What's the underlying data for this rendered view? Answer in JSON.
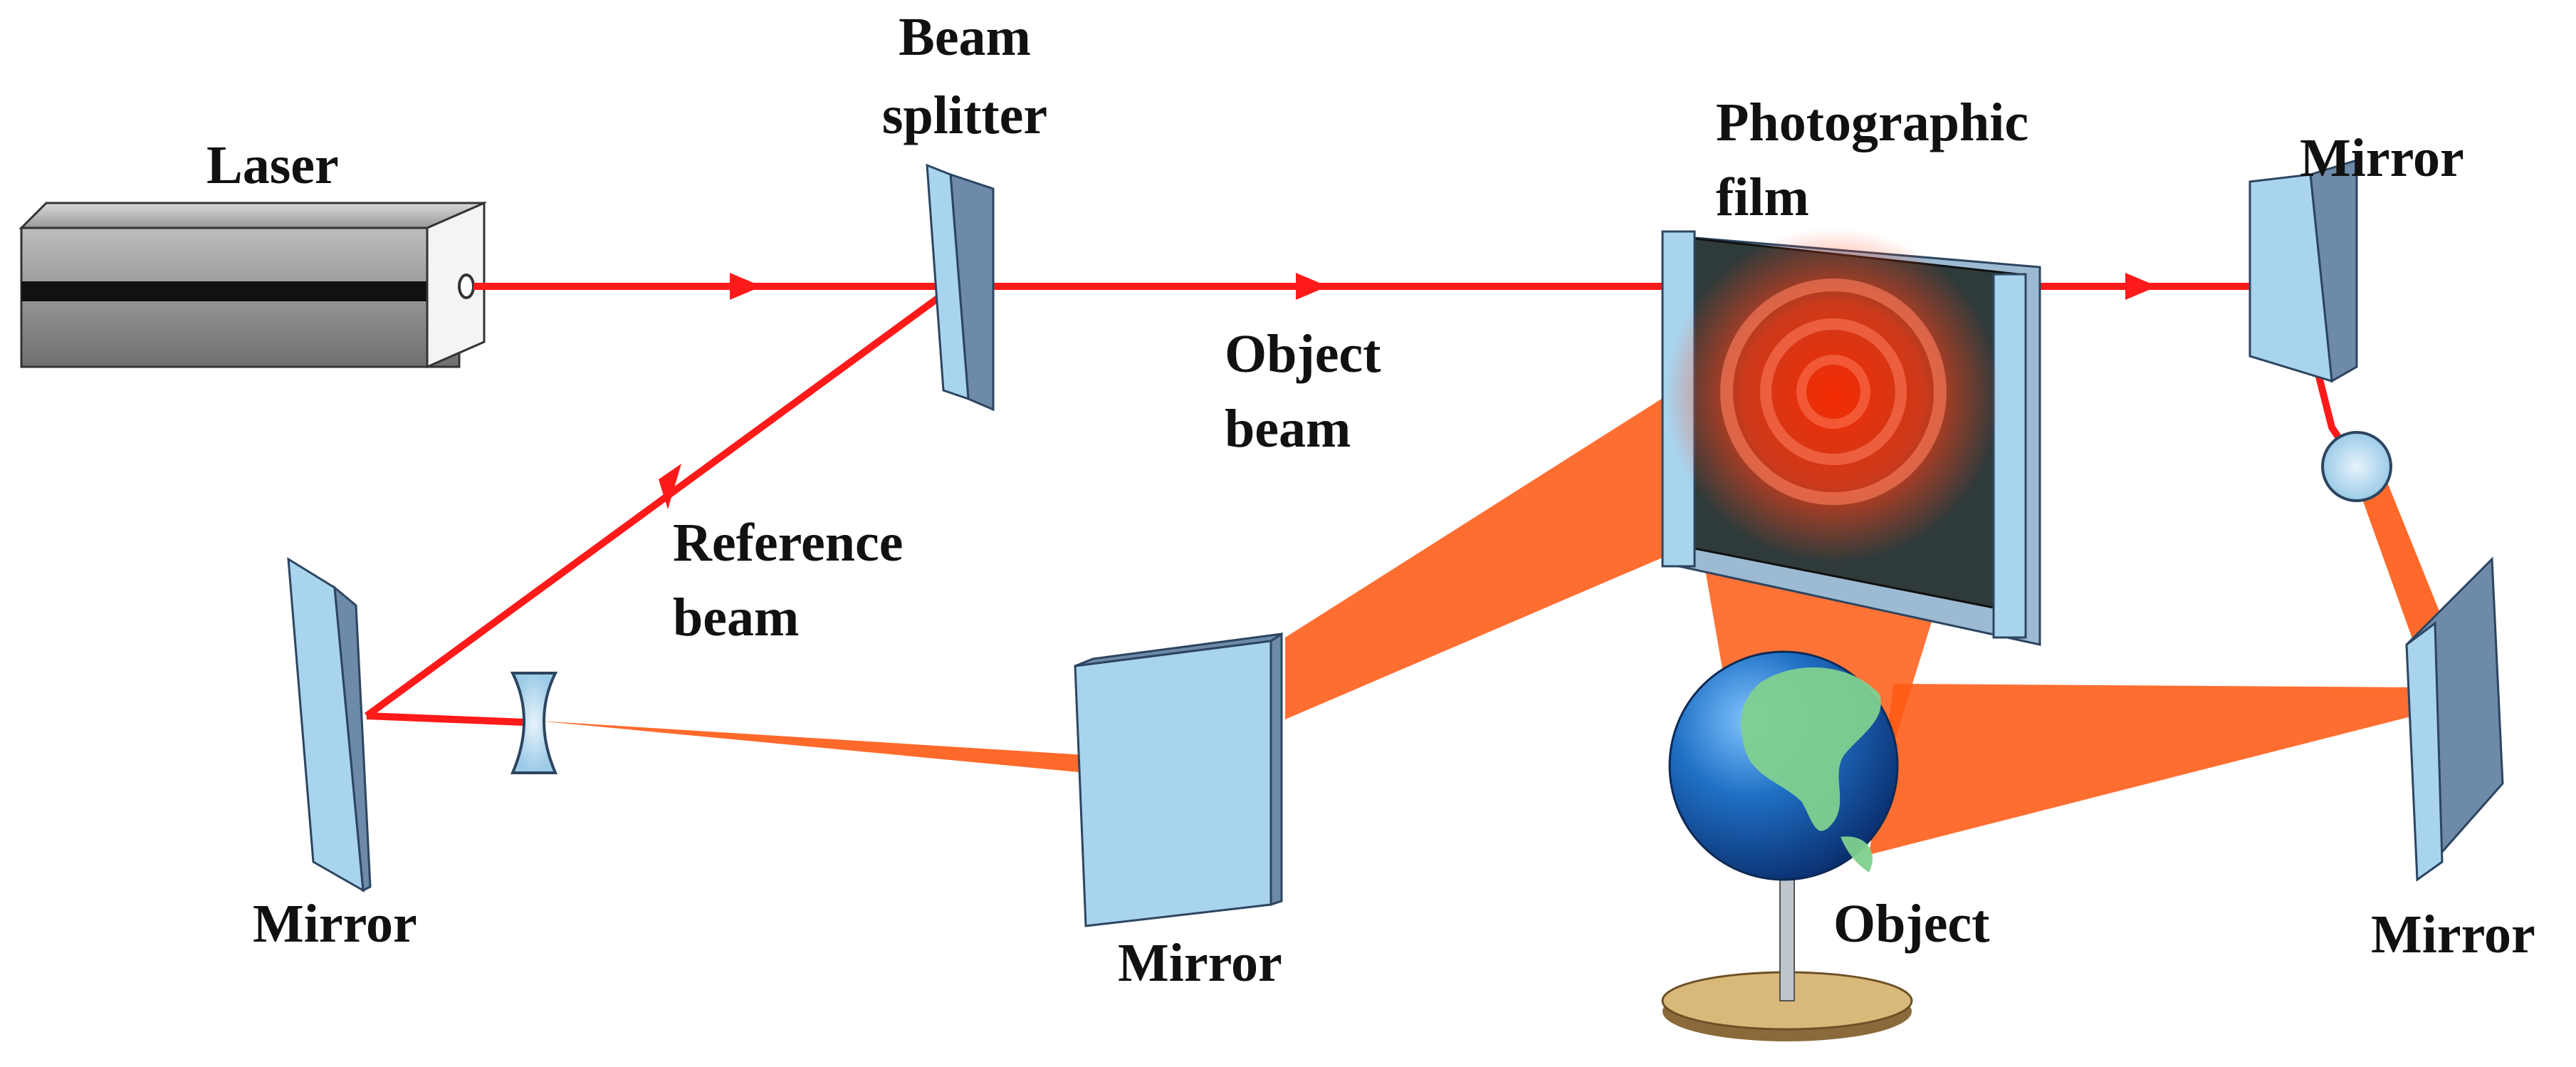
{
  "labels": {
    "laser": "Laser",
    "beam_splitter_line1": "Beam",
    "beam_splitter_line2": "splitter",
    "object_beam_line1": "Object",
    "object_beam_line2": "beam",
    "reference_beam_line1": "Reference",
    "reference_beam_line2": "beam",
    "photographic_film_line1": "Photographic",
    "photographic_film_line2": "film",
    "mirror_top_right": "Mirror",
    "mirror_left": "Mirror",
    "mirror_center": "Mirror",
    "mirror_right": "Mirror",
    "object": "Object"
  },
  "colors": {
    "laser_beam": "#ff1a1a",
    "expanded_beam": "#ff5a14",
    "mirror_glass": "#a9d4ee",
    "mirror_edge": "#4a6a88",
    "laser_body": "#7d7d7d",
    "film": "#2f3a3a",
    "globe_ocean": "#1f6fc4",
    "globe_land": "#7fd08f",
    "stand_base": "#c8a466"
  }
}
